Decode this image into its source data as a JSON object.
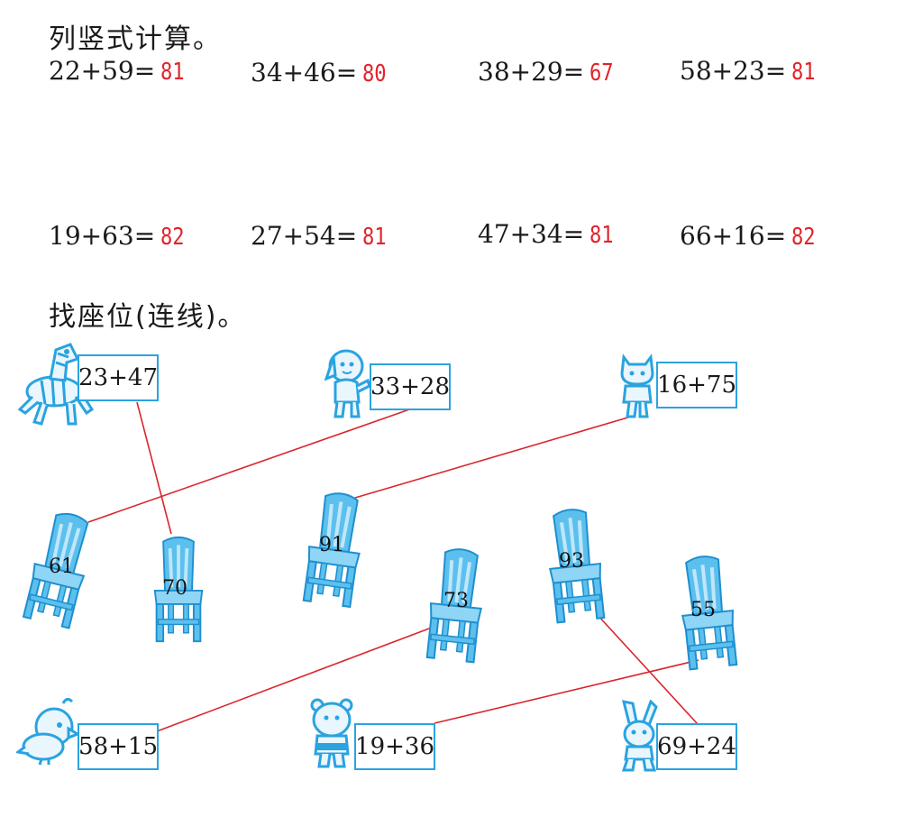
{
  "section1": {
    "heading": "列竖式计算。",
    "problems": [
      {
        "expr": "22+59=",
        "answer": "81"
      },
      {
        "expr": "34+46=",
        "answer": "80"
      },
      {
        "expr": "38+29=",
        "answer": "67"
      },
      {
        "expr": "58+23=",
        "answer": "81"
      },
      {
        "expr": "19+63=",
        "answer": "82"
      },
      {
        "expr": "27+54=",
        "answer": "81"
      },
      {
        "expr": "47+34=",
        "answer": "81"
      },
      {
        "expr": "66+16=",
        "answer": "82"
      }
    ]
  },
  "section2": {
    "heading": "找座位(连线)。",
    "animals": [
      {
        "icon": "zebra-icon",
        "expr": "23+47"
      },
      {
        "icon": "puppy-icon",
        "expr": "33+28"
      },
      {
        "icon": "kitten-icon",
        "expr": "16+75"
      },
      {
        "icon": "bird-icon",
        "expr": "58+15"
      },
      {
        "icon": "bear-icon",
        "expr": "19+36"
      },
      {
        "icon": "rabbit-icon",
        "expr": "69+24"
      }
    ],
    "chairs": [
      "61",
      "70",
      "91",
      "73",
      "93",
      "55"
    ],
    "line_color": "#d9262c",
    "chair_color": "#2aa3e0"
  }
}
